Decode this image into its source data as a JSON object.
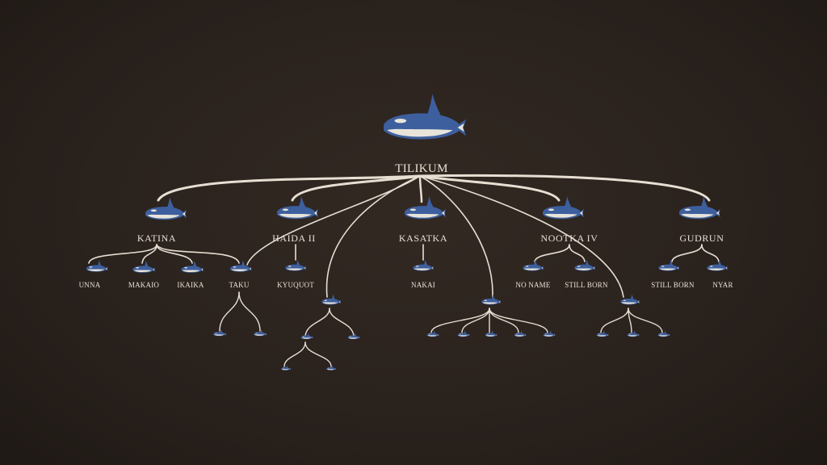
{
  "tree": {
    "root": {
      "name": "TILIKUM"
    },
    "children": [
      {
        "name": "KATINA",
        "offspring": [
          "UNNA",
          "MAKAIO",
          "IKAIKA",
          "TAKU"
        ]
      },
      {
        "name": "HAIDA II",
        "offspring": [
          "KYUQUOT"
        ]
      },
      {
        "name": "KASATKA",
        "offspring": [
          "NAKAI"
        ]
      },
      {
        "name": "NOOTKA IV",
        "offspring": [
          "NO NAME",
          "STILL BORN"
        ]
      },
      {
        "name": "GUDRUN",
        "offspring": [
          "STILL BORN",
          "NYAR"
        ]
      }
    ]
  },
  "colors": {
    "background": "#2a221d",
    "line": "#e6dfd2",
    "whale_body": "#3d5f9e",
    "whale_patch": "#e9e4da",
    "text": "#e8e1d6"
  },
  "icons": {
    "whale": "orca-icon"
  }
}
